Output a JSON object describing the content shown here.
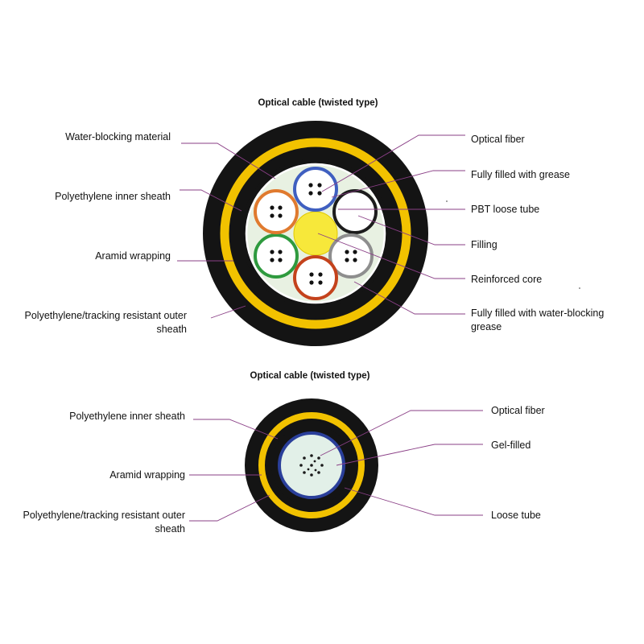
{
  "diagram1": {
    "title": "Optical cable (twisted type)",
    "labels_left": [
      "Water-blocking material",
      "Polyethylene inner sheath",
      "Aramid wrapping",
      "Polyethylene/tracking resistant outer sheath"
    ],
    "labels_right": [
      "Optical fiber",
      "Fully filled with grease",
      "PBT loose tube",
      "Filling",
      "Reinforced core",
      "Fully filled with water-blocking grease"
    ]
  },
  "diagram2": {
    "title": "Optical cable (twisted type)",
    "labels_left": [
      "Polyethylene inner sheath",
      "Aramid wrapping",
      "Polyethylene/tracking resistant outer sheath"
    ],
    "labels_right": [
      "Optical fiber",
      "Gel-filled",
      "Loose tube"
    ]
  },
  "colors": {
    "sheath": "#141414",
    "aramid": "#f2c200",
    "core": "#f7e83a",
    "leader": "#8a3f86",
    "fill": "#e8f1e2",
    "tube_orange": "#e07a2e",
    "tube_blue": "#3f5fc0",
    "tube_black": "#1c1c1c",
    "tube_gray": "#8e8e8e",
    "tube_green": "#2e9a3e",
    "tube_red": "#c4421c"
  }
}
